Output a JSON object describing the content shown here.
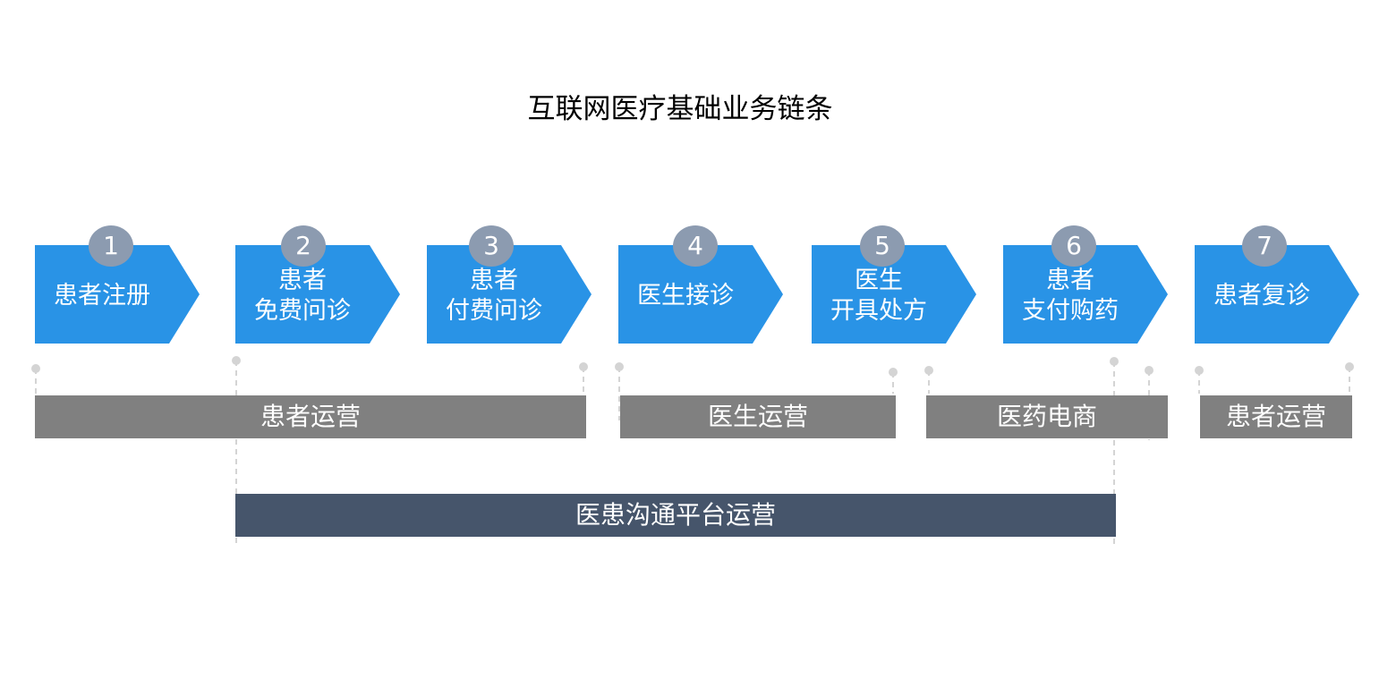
{
  "title": "互联网医疗基础业务链条",
  "colors": {
    "step_fill": "#2993e6",
    "badge_fill": "#8c9bb0",
    "phase_bar": "#808080",
    "platform_bar": "#46556b",
    "guide_line": "#d4d4d4"
  },
  "steps": [
    {
      "num": "1",
      "lines": [
        "患者注册"
      ]
    },
    {
      "num": "2",
      "lines": [
        "患者",
        "免费问诊"
      ]
    },
    {
      "num": "3",
      "lines": [
        "患者",
        "付费问诊"
      ]
    },
    {
      "num": "4",
      "lines": [
        "医生接诊"
      ]
    },
    {
      "num": "5",
      "lines": [
        "医生",
        "开具处方"
      ]
    },
    {
      "num": "6",
      "lines": [
        "患者",
        "支付购药"
      ]
    },
    {
      "num": "7",
      "lines": [
        "患者复诊"
      ]
    }
  ],
  "phases": [
    {
      "label": "患者运营"
    },
    {
      "label": "医生运营"
    },
    {
      "label": "医药电商"
    },
    {
      "label": "患者运营"
    }
  ],
  "platform": {
    "label": "医患沟通平台运营"
  }
}
